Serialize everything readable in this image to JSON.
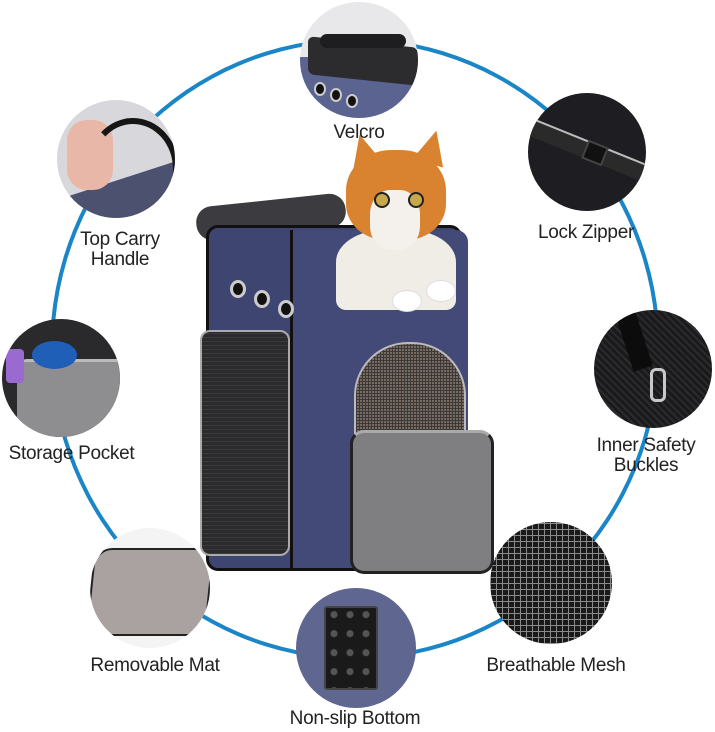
{
  "infographic": {
    "subject": "pet carrier backpack with orange tabby cat",
    "ring_color": "#1a86c8",
    "features": [
      {
        "id": "velcro",
        "label": "Velcro"
      },
      {
        "id": "top-carry-handle",
        "label_line1": "Top Carry",
        "label_line2": "Handle"
      },
      {
        "id": "lock-zipper",
        "label": "Lock Zipper"
      },
      {
        "id": "storage-pocket",
        "label": "Storage Pocket"
      },
      {
        "id": "inner-safety-buckles",
        "label_line1": "Inner Safety",
        "label_line2": "Buckles"
      },
      {
        "id": "removable-mat",
        "label": "Removable Mat"
      },
      {
        "id": "breathable-mesh",
        "label": "Breathable Mesh"
      },
      {
        "id": "non-slip-bottom",
        "label": "Non-slip Bottom"
      }
    ]
  }
}
